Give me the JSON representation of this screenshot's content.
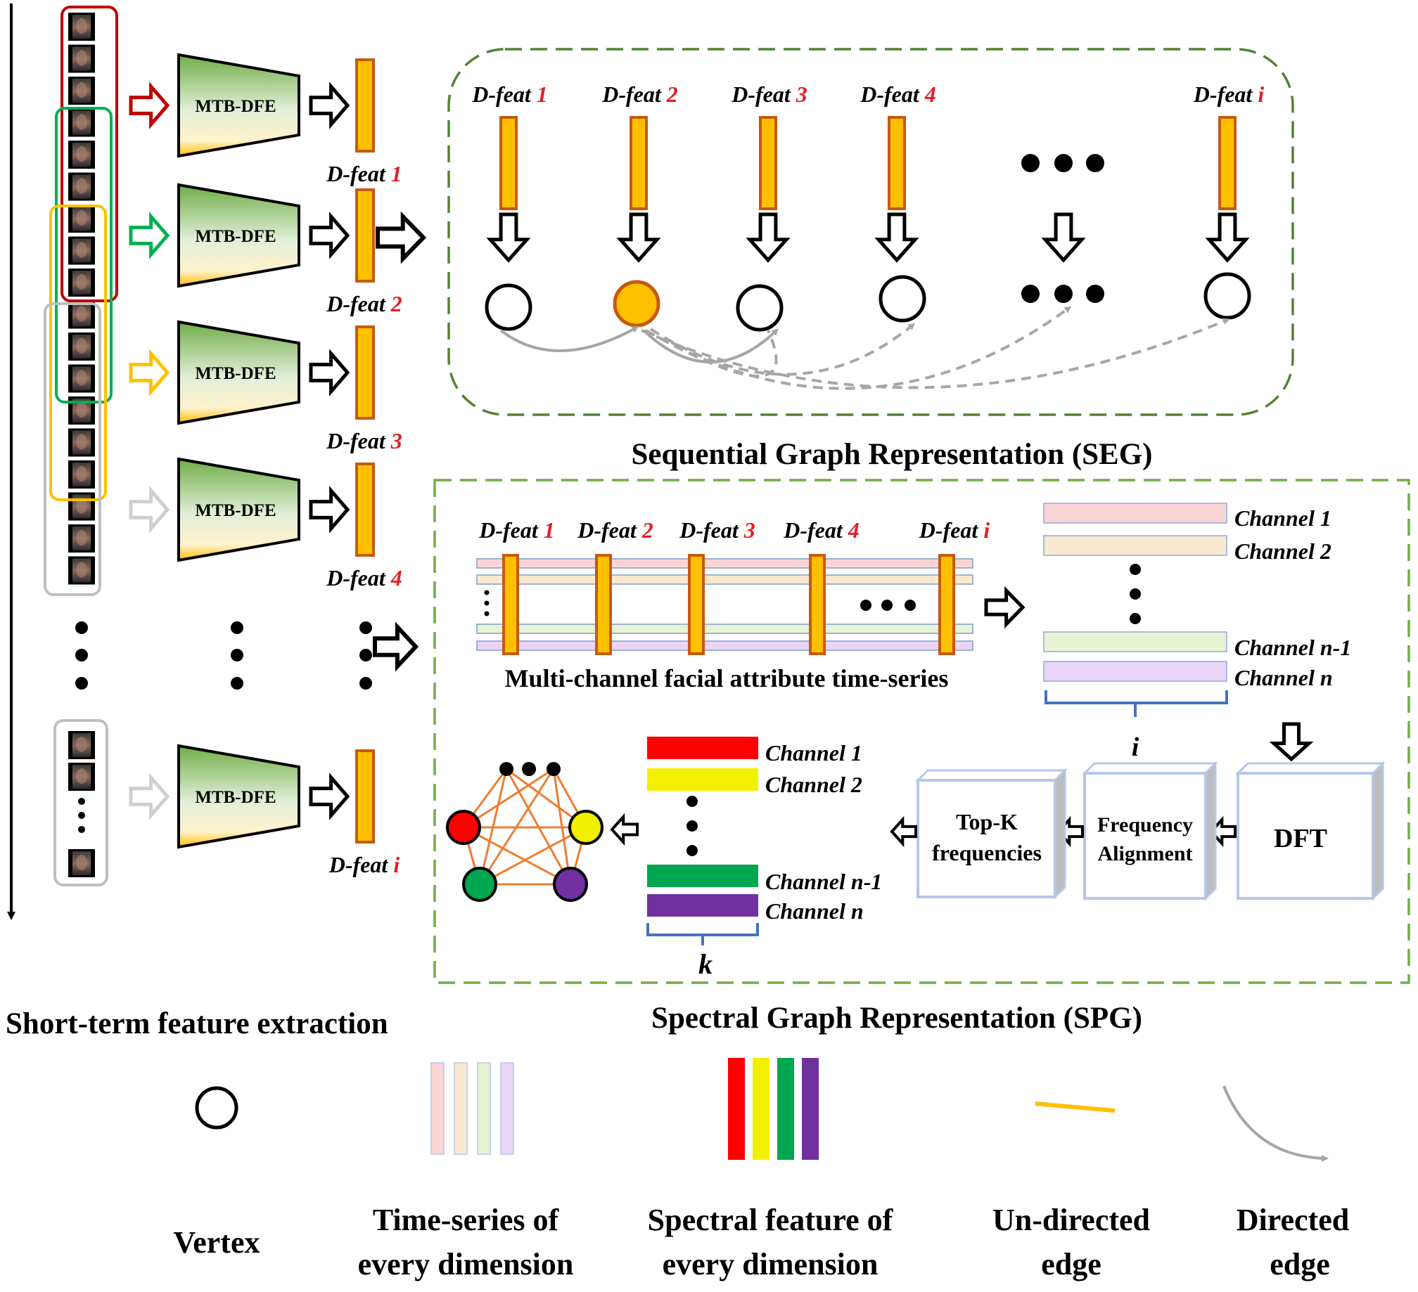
{
  "labels": {
    "mtb": "MTB-DFE",
    "dfeat_prefix": "D-feat",
    "dfeat_nums": [
      "1",
      "2",
      "3",
      "4",
      "i"
    ],
    "seg_title": "Sequential Graph Representation (SEG)",
    "spg_title": "Spectral Graph Representation (SPG)",
    "short_term": "Short-term feature extraction",
    "multichannel": "Multi-channel facial attribute time-series",
    "channels": [
      "Channel 1",
      "Channel 2",
      "Channel n-1",
      "Channel n"
    ],
    "index_i": "i",
    "index_k": "k",
    "dft": "DFT",
    "freq_align": [
      "Frequency",
      "Alignment"
    ],
    "topk": [
      "Top-K",
      "frequencies"
    ]
  },
  "legend": {
    "vertex": "Vertex",
    "timeseries": [
      "Time-series of",
      "every dimension"
    ],
    "spectral": [
      "Spectral feature of",
      "every dimension"
    ],
    "undirected": [
      "Un-directed",
      "edge"
    ],
    "directed": [
      "Directed",
      "edge"
    ]
  },
  "colors": {
    "dfeat_fill": "#ffc000",
    "dfeat_stroke": "#c55a11",
    "window_colors": [
      "#c00000",
      "#00b050",
      "#ffc000",
      "#bfbfbf",
      "#bfbfbf"
    ],
    "arrow_colors": [
      "#c00000",
      "#00b050",
      "#ffc000",
      "#cfcfcf",
      "#cfcfcf"
    ],
    "pastel_channels": [
      "#fbd5d5",
      "#fbe9cf",
      "#e8f3d3",
      "#ead5f7"
    ],
    "spectral_channels": [
      "#ff0000",
      "#f2ef00",
      "#00a650",
      "#7030a0"
    ],
    "graph_edge": "#ed7d31",
    "seg_border": "#548235",
    "spg_border": "#70ad47",
    "box_border": "#b4c7e7"
  }
}
